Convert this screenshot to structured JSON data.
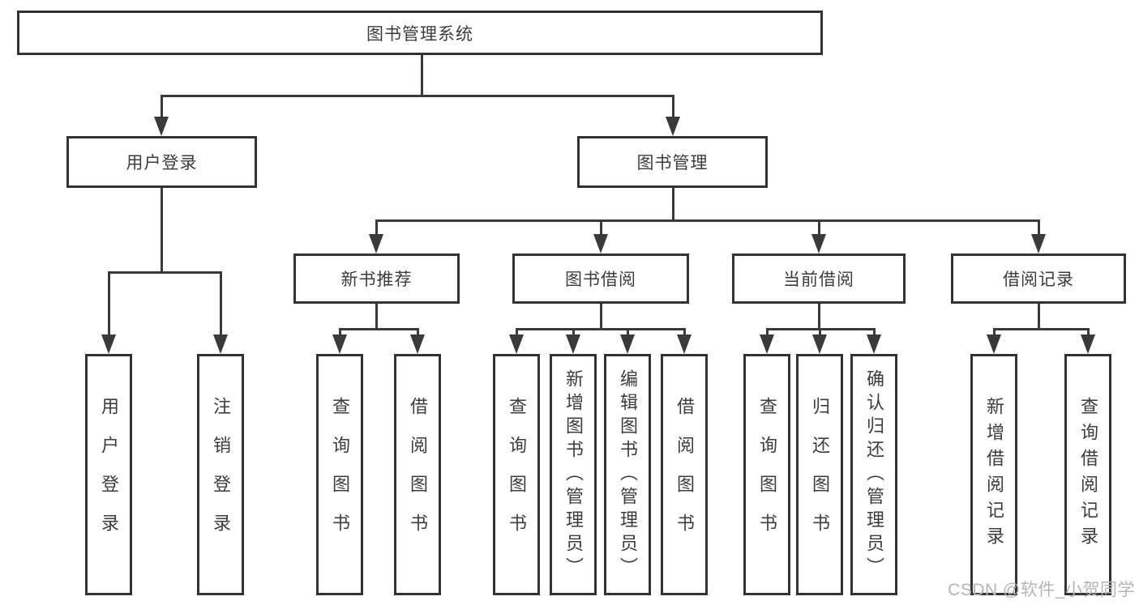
{
  "colors": {
    "background": "#ffffff",
    "connector_line": "#3a3a3a",
    "box_border": "#333333",
    "text": "#3c3c3c",
    "watermark_text": "#b5b5b5"
  },
  "watermark": {
    "text": "CSDN @软件_小贺同学"
  },
  "tree": {
    "root": {
      "label": "图书管理系统",
      "children": [
        {
          "label": "用户登录",
          "children": [
            {
              "label": "用户登录"
            },
            {
              "label": "注销登录"
            }
          ]
        },
        {
          "label": "图书管理",
          "children": [
            {
              "label": "新书推荐",
              "children": [
                {
                  "label": "查询图书"
                },
                {
                  "label": "借阅图书"
                }
              ]
            },
            {
              "label": "图书借阅",
              "children": [
                {
                  "label": "查询图书"
                },
                {
                  "label": "新增图书（管理员）"
                },
                {
                  "label": "编辑图书（管理员）"
                },
                {
                  "label": "借阅图书"
                }
              ]
            },
            {
              "label": "当前借阅",
              "children": [
                {
                  "label": "查询图书"
                },
                {
                  "label": "归还图书"
                },
                {
                  "label": "确认归还（管理员）"
                }
              ]
            },
            {
              "label": "借阅记录",
              "children": [
                {
                  "label": "新增借阅记录"
                },
                {
                  "label": "查询借阅记录"
                }
              ]
            }
          ]
        }
      ]
    }
  }
}
